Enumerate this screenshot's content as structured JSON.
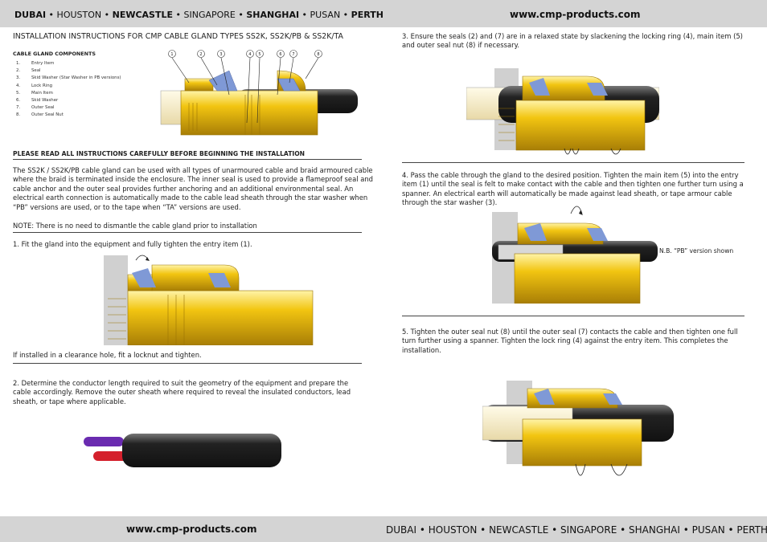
{
  "header": {
    "cities": [
      {
        "name": "DUBAI",
        "bold": true
      },
      {
        "name": "HOUSTON",
        "bold": false
      },
      {
        "name": "NEWCASTLE",
        "bold": true
      },
      {
        "name": "SINGAPORE",
        "bold": false
      },
      {
        "name": "SHANGHAI",
        "bold": true
      },
      {
        "name": "PUSAN",
        "bold": false
      },
      {
        "name": "PERTH",
        "bold": true
      }
    ],
    "separator": "•",
    "url": "www.cmp-products.com"
  },
  "footer": {
    "url": "www.cmp-products.com",
    "cities": [
      "DUBAI",
      "HOUSTON",
      "NEWCASTLE",
      "SINGAPORE",
      "SHANGHAI",
      "PUSAN",
      "PERTH"
    ],
    "separator": "•"
  },
  "left": {
    "title": "INSTALLATION INSTRUCTIONS FOR CMP CABLE GLAND TYPES SS2K, SS2K/PB & SS2K/TA",
    "components_heading": "CABLE GLAND COMPONENTS",
    "components": [
      {
        "num": "1.",
        "label": "Entry Item"
      },
      {
        "num": "2.",
        "label": "Seal"
      },
      {
        "num": "3.",
        "label": "Skid Washer (Star Washer in PB versions)"
      },
      {
        "num": "4.",
        "label": "Lock Ring"
      },
      {
        "num": "5.",
        "label": "Main Item"
      },
      {
        "num": "6.",
        "label": "Skid Washer"
      },
      {
        "num": "7.",
        "label": "Outer Seal"
      },
      {
        "num": "8.",
        "label": "Outer Seal Nut"
      }
    ],
    "callouts": [
      "1",
      "2",
      "3",
      "4",
      "5",
      "6",
      "7",
      "8"
    ],
    "warning": "PLEASE READ ALL INSTRUCTIONS CAREFULLY BEFORE BEGINNING THE INSTALLATION",
    "intro": "The SS2K / SS2K/PB cable gland can be used with all types of unarmoured cable and braid armoured cable where the braid is terminated inside the enclosure.  The inner seal is used to provide a flameproof seal and cable anchor and the outer seal provides further anchoring and an additional environmental seal.  An electrical earth connection is automatically made to the cable lead sheath through the star washer when “PB” versions are used, or to the tape when “TA” versions are used.",
    "note": "NOTE: There is no need to dismantle the cable gland prior to installation",
    "step1": "1. Fit the gland into the equipment and fully tighten the entry item (1).",
    "step1_note": "If installed in a clearance hole, fit a locknut and tighten.",
    "step2": "2. Determine the conductor length required to suit the geometry of the equipment and prepare the cable accordingly.  Remove the outer sheath where required to reveal the insulated conductors, lead sheath, or tape where applicable."
  },
  "right": {
    "step3": "3. Ensure the seals (2) and (7) are in a relaxed state by slackening the locking ring (4), main item (5) and outer seal nut (8) if necessary.",
    "step4": "4. Pass the cable through the gland to the desired position.  Tighten the main item (5) into the entry item (1) until the seal is felt to make contact with the cable and then tighten one further turn using a spanner.  An electrical earth will automatically be made against lead sheath, or tape armour cable through the star washer (3).",
    "pb_note": "N.B. “PB” version shown",
    "step5": "5. Tighten the outer seal nut (8) until the outer seal (7) contacts the cable and then tighten one full turn further using a spanner.  Tighten the lock ring (4) against the entry item.  This completes the installation."
  },
  "colors": {
    "bar": "#d4d4d4",
    "brass": "#f2c511",
    "brass_dark": "#b58a07",
    "seal_blue": "#7f99d6",
    "cable_black": "#2b2b2b",
    "cable_cream": "#f7edcc",
    "wall_grey": "#d0d0d0",
    "wire_purple": "#6a2bb0",
    "wire_red": "#d4202c"
  }
}
